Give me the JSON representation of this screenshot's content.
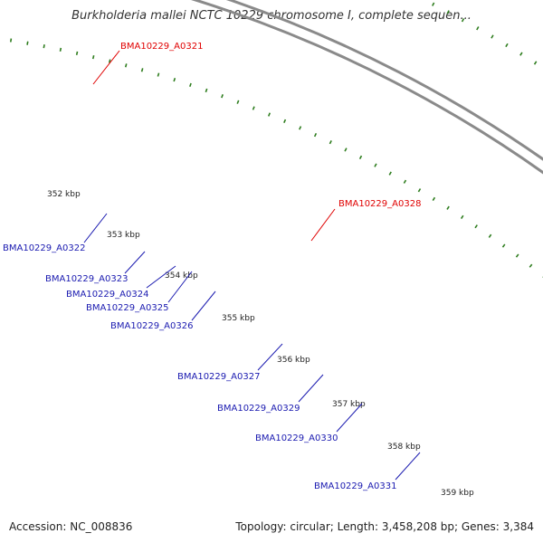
{
  "title": "Burkholderia mallei NCTC 10229 chromosome I, complete sequen...",
  "footer": {
    "accession": "Accession: NC_008836",
    "summary": "Topology: circular; Length: 3,458,208 bp; Genes: 3,384"
  },
  "colors": {
    "backbone": "#8a8a8a",
    "tick_mark": "#2e7d1e",
    "scale_label": "#222222",
    "gene_forward": "#ff0000",
    "gene_reverse": "#0000ff",
    "gene_pseudo_reverse": "#4682b4",
    "gene_olive": "#6b8e23",
    "gene_lime": "#a6ff1a",
    "gene_darkgreen": "#2e8b1e",
    "label_forward": "#e00000",
    "label_reverse": "#1a1ab0"
  },
  "scale_labels": [
    "352 kbp",
    "353 kbp",
    "354 kbp",
    "355 kbp",
    "356 kbp",
    "357 kbp",
    "358 kbp",
    "359 kbp"
  ],
  "gene_labels": [
    {
      "text": "BMA10229_A0321",
      "strand": "forward"
    },
    {
      "text": "BMA10229_A0328",
      "strand": "forward"
    },
    {
      "text": "BMA10229_A0322",
      "strand": "reverse"
    },
    {
      "text": "BMA10229_A0323",
      "strand": "reverse"
    },
    {
      "text": "BMA10229_A0324",
      "strand": "reverse"
    },
    {
      "text": "BMA10229_A0325",
      "strand": "reverse"
    },
    {
      "text": "BMA10229_A0326",
      "strand": "reverse"
    },
    {
      "text": "BMA10229_A0327",
      "strand": "reverse"
    },
    {
      "text": "BMA10229_A0329",
      "strand": "reverse"
    },
    {
      "text": "BMA10229_A0330",
      "strand": "reverse"
    },
    {
      "text": "BMA10229_A0331",
      "strand": "reverse"
    }
  ]
}
